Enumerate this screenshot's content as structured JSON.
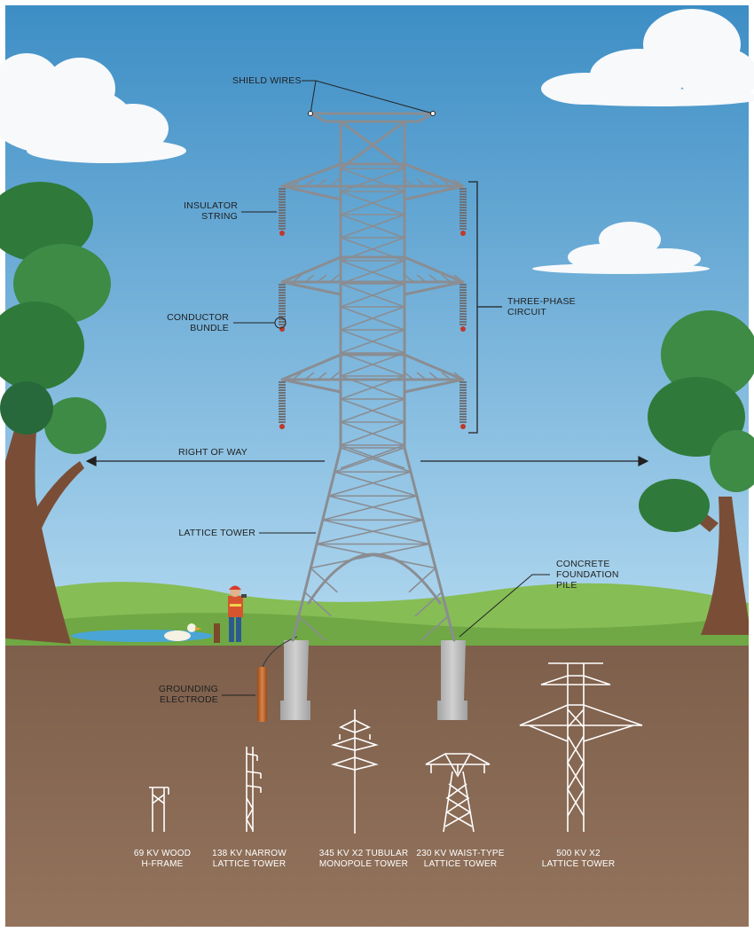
{
  "labels": {
    "shield_wires": "SHIELD WIRES",
    "insulator_string": [
      "INSULATOR",
      "STRING"
    ],
    "conductor_bundle": [
      "CONDUCTOR",
      "BUNDLE"
    ],
    "three_phase_circuit": [
      "THREE-PHASE",
      "CIRCUIT"
    ],
    "right_of_way": "RIGHT OF WAY",
    "lattice_tower": "LATTICE TOWER",
    "concrete_foundation_pile": [
      "CONCRETE",
      "FOUNDATION",
      "PILE"
    ],
    "grounding_electrode": [
      "GROUNDING",
      "ELECTRODE"
    ]
  },
  "tower_types": [
    {
      "line1": "69 KV WOOD",
      "line2": "H-FRAME"
    },
    {
      "line1": "138 KV NARROW",
      "line2": "LATTICE TOWER"
    },
    {
      "line1": "345 KV X2 TUBULAR",
      "line2": "MONOPOLE TOWER"
    },
    {
      "line1": "230 KV WAIST-TYPE",
      "line2": "LATTICE TOWER"
    },
    {
      "line1": "500 KV X2",
      "line2": "LATTICE TOWER"
    }
  ],
  "colors": {
    "sky_top": "#3f8fc4",
    "sky_bottom": "#a9d3ee",
    "grass": "#7cb44a",
    "soil": "#8c6b55",
    "tower_steel": "#8a8d92",
    "foundation": "#bdbdbd",
    "electrode": "#c56a2b"
  }
}
